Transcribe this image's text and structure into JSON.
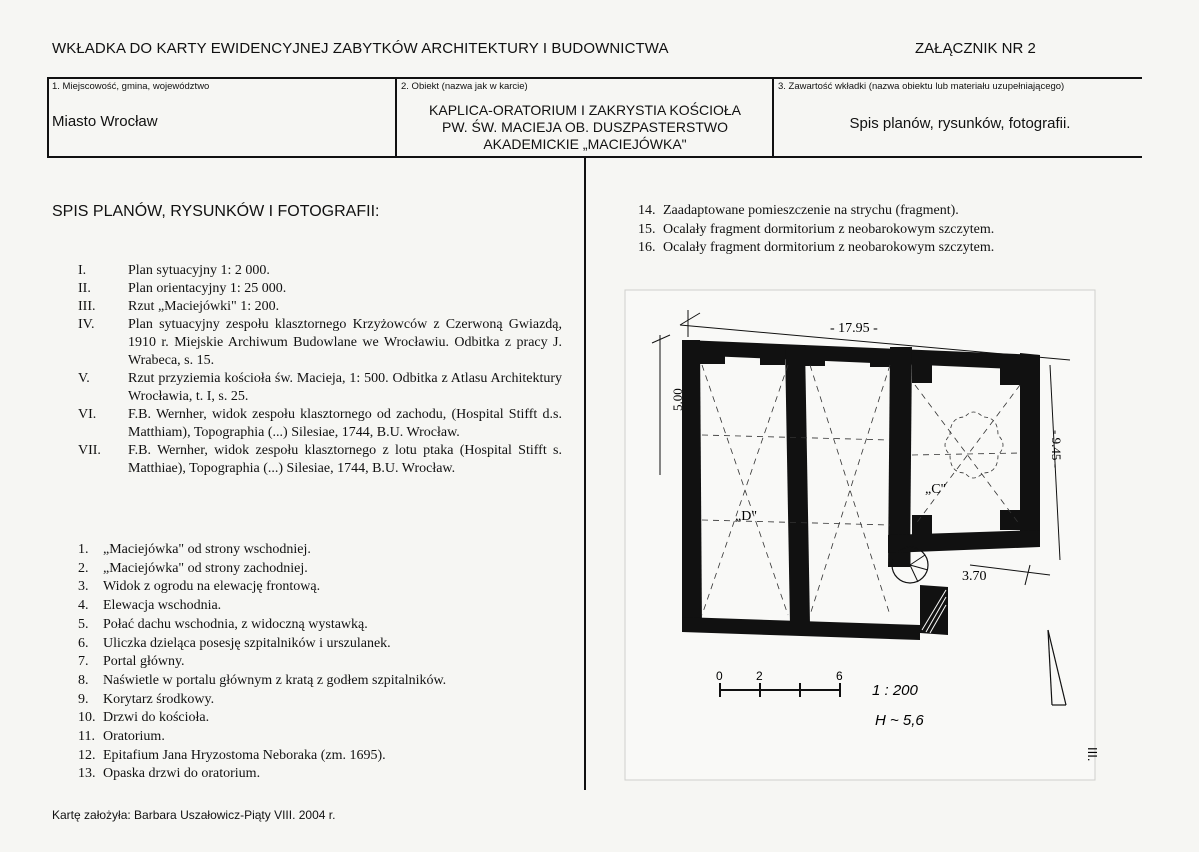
{
  "header": {
    "title": "WKŁADKA DO KARTY EWIDENCYJNEJ ZABYTKÓW ARCHITEKTURY I BUDOWNICTWA",
    "annex": "ZAŁĄCZNIK NR 2"
  },
  "fields": {
    "location_label": "1. Miejscowość, gmina, województwo",
    "location_value": "Miasto Wrocław",
    "object_label": "2. Obiekt (nazwa jak w karcie)",
    "object_lines": [
      "KAPLICA-ORATORIUM I ZAKRYSTIA KOŚCIOŁA",
      "PW. ŚW. MACIEJA OB. DUSZPASTERSTWO",
      "AKADEMICKIE „MACIEJÓWKA\""
    ],
    "contents_label": "3. Zawartość wkładki (nazwa obiektu lub materiału uzupełniającego)",
    "contents_value": "Spis planów,  rysunków, fotografii."
  },
  "section_title": "SPIS PLANÓW, RYSUNKÓW I FOTOGRAFII:",
  "roman_items": [
    {
      "num": "I.",
      "text": "Plan sytuacyjny 1: 2 000."
    },
    {
      "num": "II.",
      "text": "Plan orientacyjny 1: 25 000."
    },
    {
      "num": "III.",
      "text": "Rzut „Maciejówki\" 1: 200."
    },
    {
      "num": "IV.",
      "text": "Plan sytuacyjny zespołu klasztornego Krzyżowców z Czerwoną Gwiazdą, 1910 r. Miejskie Archiwum Budowlane we Wrocławiu. Odbitka z pracy J. Wrabeca, s. 15."
    },
    {
      "num": "V.",
      "text": "Rzut przyziemia kościoła św. Macieja, 1: 500. Odbitka z Atlasu Architektury Wrocławia, t. I, s. 25."
    },
    {
      "num": "VI.",
      "text": "F.B. Wernher, widok zespołu klasztornego od zachodu, (Hospital Stifft d.s. Matthiam), Topographia (...) Silesiae, 1744, B.U. Wrocław."
    },
    {
      "num": "VII.",
      "text": "F.B. Wernher, widok zespołu klasztornego z lotu ptaka (Hospital Stifft s. Matthiae), Topographia (...) Silesiae, 1744, B.U. Wrocław."
    }
  ],
  "arabic_items": [
    {
      "num": "1.",
      "text": "„Maciejówka\" od strony wschodniej."
    },
    {
      "num": "2.",
      "text": "„Maciejówka\" od strony zachodniej."
    },
    {
      "num": "3.",
      "text": "Widok z ogrodu na elewację frontową."
    },
    {
      "num": "4.",
      "text": "Elewacja wschodnia."
    },
    {
      "num": "5.",
      "text": "Połać dachu wschodnia, z widoczną wystawką."
    },
    {
      "num": "6.",
      "text": "Uliczka dzieląca posesję szpitalników i urszulanek."
    },
    {
      "num": "7.",
      "text": "Portal główny."
    },
    {
      "num": "8.",
      "text": "Naświetle w portalu głównym z kratą z godłem szpitalników."
    },
    {
      "num": "9.",
      "text": "Korytarz środkowy."
    },
    {
      "num": "10.",
      "text": "Drzwi do kościoła."
    },
    {
      "num": "11.",
      "text": "Oratorium."
    },
    {
      "num": "12.",
      "text": "Epitafium Jana Hryzostoma Neboraka (zm. 1695)."
    },
    {
      "num": "13.",
      "text": "Opaska drzwi do oratorium."
    }
  ],
  "right_items": [
    {
      "num": "14.",
      "text": "Zaadaptowane pomieszczenie na strychu (fragment)."
    },
    {
      "num": "15.",
      "text": "Ocalały fragment dormitorium z neobarokowym szczytem."
    },
    {
      "num": "16.",
      "text": "Ocalały fragment dormitorium z neobarokowym szczytem."
    }
  ],
  "plan": {
    "dim_top": "- 17.95 -",
    "dim_left": "5.00",
    "dim_right": "- 9.45 -",
    "dim_bottom": "3.70",
    "room_d": "„D\"",
    "room_c": "„C\"",
    "scale_0": "0",
    "scale_2": "2",
    "scale_6": "6",
    "scale_ratio": "1 : 200",
    "height_note": "H ~ 5,6",
    "corner_mark": "III."
  },
  "footer": "Kartę założyła: Barbara Uszałowicz-Piąty VIII. 2004 r."
}
